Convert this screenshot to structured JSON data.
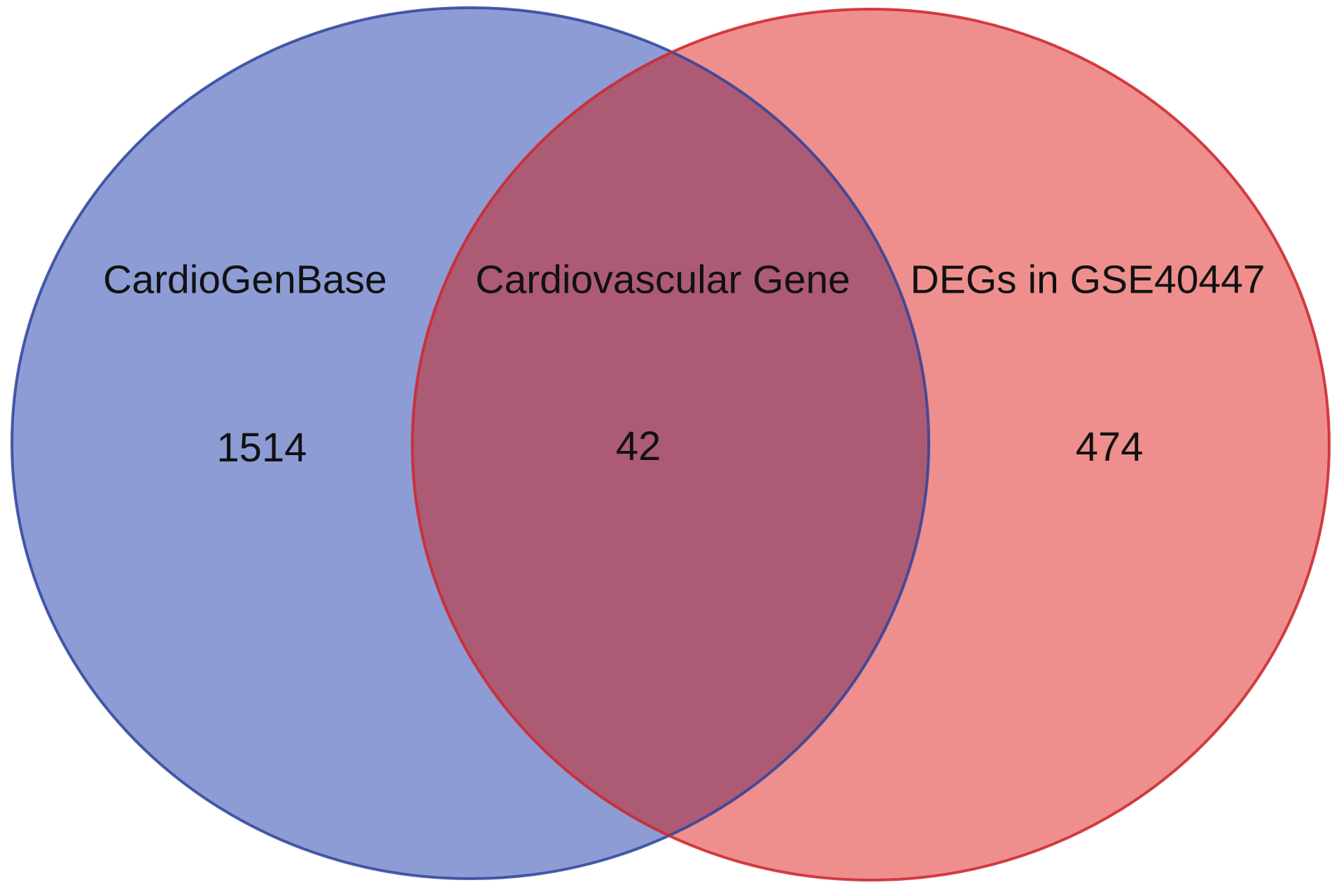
{
  "chart_data": {
    "type": "venn",
    "subtype": "two-set-venn",
    "sets": [
      {
        "name": "CardioGenBase",
        "exclusive_count": 1514,
        "fill_color": "#8d9cd5",
        "outline_color": "#4e63ad"
      },
      {
        "name": "DEGs in GSE40447",
        "exclusive_count": 474,
        "fill_color": "#ee8f8e",
        "outline_color": "#d94c4c"
      }
    ],
    "intersection": {
      "name": "Cardiovascular Gene",
      "count": 42,
      "fill_color": "#ad5a75"
    },
    "background_color": "#ffffff",
    "text_color": "#111111",
    "legend_position": "none",
    "grid": false
  },
  "venn": {
    "left": {
      "label": "CardioGenBase",
      "count": "1514"
    },
    "middle": {
      "label": "Cardiovascular Gene",
      "count": "42"
    },
    "right": {
      "label": "DEGs in GSE40447",
      "count": "474"
    }
  },
  "colors": {
    "left_fill": "#8d9cd5",
    "right_fill": "#ee8f8e",
    "overlap_fill": "#ad5a75",
    "left_stroke": "#4e63ad",
    "right_stroke": "#d94c4c",
    "background": "#ffffff",
    "text": "#111111"
  }
}
